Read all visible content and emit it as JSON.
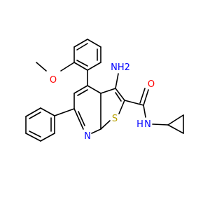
{
  "molecule": {
    "colors": {
      "bond": "#000000",
      "nitrogen": "#0000ff",
      "oxygen": "#ff0000",
      "sulfur": "#b8a100",
      "background": "#ffffff"
    },
    "atom_labels": {
      "methoxy_o": "O",
      "amino_nh2": "NH2",
      "carbonyl_o": "O",
      "amide_n": "N",
      "amide_h": "H",
      "pyridine_n": "N",
      "thiophene_s": "S"
    }
  }
}
